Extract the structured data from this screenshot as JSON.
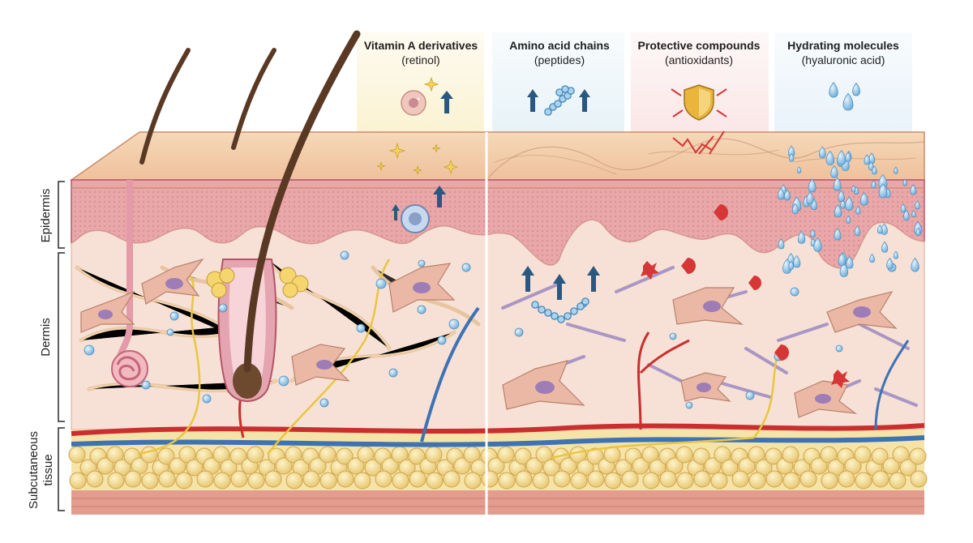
{
  "columns": [
    {
      "title": "Vitamin A derivatives",
      "subtitle": "(retinol)",
      "tint": "#f6e6a6"
    },
    {
      "title": "Amino acid chains",
      "subtitle": "(peptides)",
      "tint": "#cfe6ef"
    },
    {
      "title": "Protective compounds",
      "subtitle": "(antioxidants)",
      "tint": "#f6cfcf"
    },
    {
      "title": "Hydrating molecules",
      "subtitle": "(hyaluronic acid)",
      "tint": "#d3e7f4"
    }
  ],
  "layers": {
    "epidermis": "Epidermis",
    "dermis": "Dermis",
    "subcutaneous_line1": "Subcutaneous",
    "subcutaneous_line2": "tissue"
  },
  "colors": {
    "skin_surface": "#f3cfaa",
    "epidermis": "#e9a7a8",
    "dermis": "#f7e1d6",
    "fat": "#f2d98a",
    "artery": "#c92f2f",
    "vein": "#3d73b5",
    "nerve": "#e8c640",
    "arrow": "#2a5880",
    "water": "#7fb8de",
    "radical": "#d63636",
    "shield": "#e9b53c"
  },
  "icons": [
    "hair-icon",
    "sweat-gland-icon",
    "hair-follicle-icon",
    "sebaceous-gland-icon",
    "fibroblast-icon",
    "sparkle-icon",
    "cell-icon",
    "up-arrow-icon",
    "peptide-chain-icon",
    "shield-icon",
    "free-radical-icon",
    "water-droplet-icon",
    "blood-vessel-icon",
    "nerve-icon",
    "fat-cell-icon"
  ]
}
